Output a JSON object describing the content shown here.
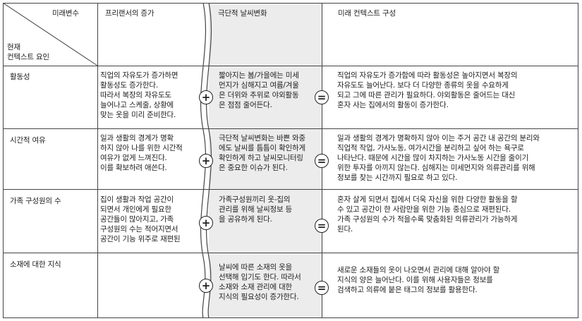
{
  "header": {
    "corner_top": "미래변수",
    "corner_bottom": "현재\n컨텍스트 요인",
    "col1": "프리랜서의 증가",
    "col2": "극단적 날씨변화",
    "col3": "미래 컨텍스트 구성"
  },
  "rows": [
    {
      "factor": "활동성",
      "freelancer": "직업의 자유도가 증가하면\n활동성도 증가한다.\n따라서 복장의 자유도도\n늘어나고 스케줄, 상황에\n맞는 옷을 미리 준비한다.",
      "weather": "짧아지는 봄/가을에는 미세\n먼지가 심해지고 여름/겨울\n은 더위와 추위로 야외활동\n은 점점 줄어든다.",
      "future": "직업의 자유도가 증가함에 따라 활동성은 높아지면서 복장의\n자유도도 늘어난다. 보다 더 다양한 종류의 옷을 수요하게\n되고 그에 따른 관리가 필요하다. 야외활동은 줄어드는 대신\n혼자 사는 집에서의 활동이 증가한다."
    },
    {
      "factor": "시간적 여유",
      "freelancer": "일과 생활의 경계가 명확\n하지 않아 나를 위한 시간적\n여유가 없게 느껴진다.\n이를 확보하려 애쓴다.",
      "weather": "극단적 날씨변화는 바쁜 와중\n에도 날씨를 틈틈이 확인하게\n확인하게 하고 날씨모니터링\n은 중요한 이슈가 된다.",
      "future": "일과 생활의 경계가 명확하지 않아 이는 주거 공간 내 공간의 분리와\n직업적 작업, 가사노동, 여가시간을 분리하고 싶어 하는 욕구로\n나타난다. 때문에 시간을 많이 차지하는 가사노동 시간을 줄이기\n위한 투자를 아끼지 않는다. 심해지는 미세먼지와 의류관리를 위해\n정보를 찾는 시간까지 필요로 하고 있다."
    },
    {
      "factor": "가족 구성원의 수",
      "freelancer": "집이 생활과 작업 공간이\n되면서 개인에게 필요한\n공간들이 많아지고, 가족\n구성원의 수는 적어지면서\n공간이 기능 위주로 재편된",
      "weather": "가족구성원끼리 옷-집의\n관리를 위해 날씨정보 등\n을 공유하게 된다.",
      "future": "혼자 살게 되면서 집에서 더욱 자신을 위한 다양한 활동을 할\n수 있고 공간이 한 사람만을 위한 기능 중심으로 재편된다.\n가족 구성원의 수가 적을수록 맞춤화된 의류관리가 가능하게\n된다."
    },
    {
      "factor": "소재에 대한 지식",
      "freelancer": "",
      "weather": "날씨에 따른 소재의 옷을\n선택해 입기도 한다. 따라서\n소재와 소재 관리에 대한\n지식의 필요성이 증가한다.",
      "future": "새로운 소재들의 옷이 나오면서 관리에 대해 알아야 할\n지식의 양은 늘어난다. 이를 위해 사용자들은 정보를\n검색하고 의류에 붙은 태그의 정보를 활용한다."
    }
  ],
  "symbols": {
    "plus": "+",
    "equals": "="
  },
  "colors": {
    "shade": "#ececec",
    "line": "#444444"
  }
}
